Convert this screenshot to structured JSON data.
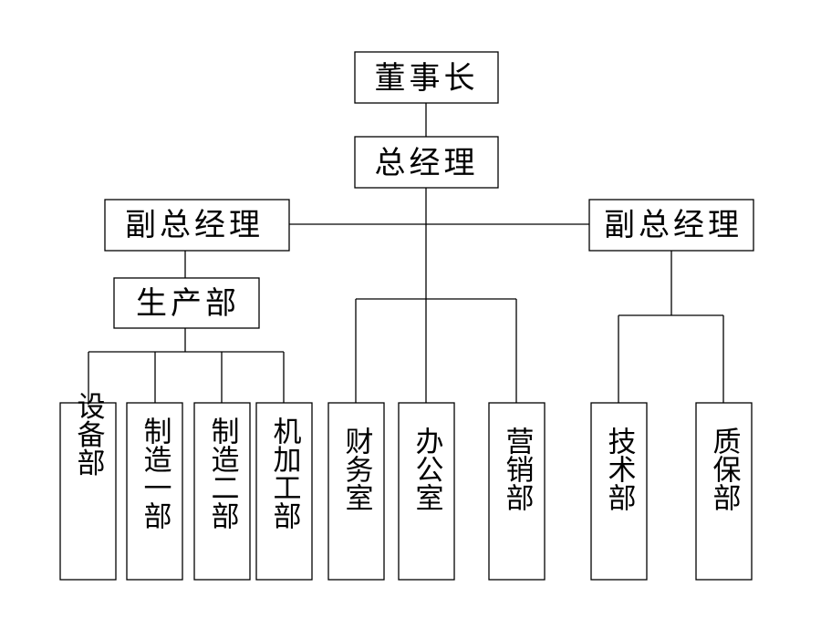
{
  "chairman": "董事长",
  "general_manager": "总经理",
  "deputy_gm_left": "副总经理",
  "deputy_gm_right": "副总经理",
  "production_dept": "生产部",
  "departments": {
    "equipment": "设备部",
    "manufacturing_1": "制造一部",
    "manufacturing_2": "制造二部",
    "machining": "机加工部",
    "finance": "财务室",
    "office": "办公室",
    "marketing": "营销部",
    "technology": "技术部",
    "quality": "质保部"
  }
}
